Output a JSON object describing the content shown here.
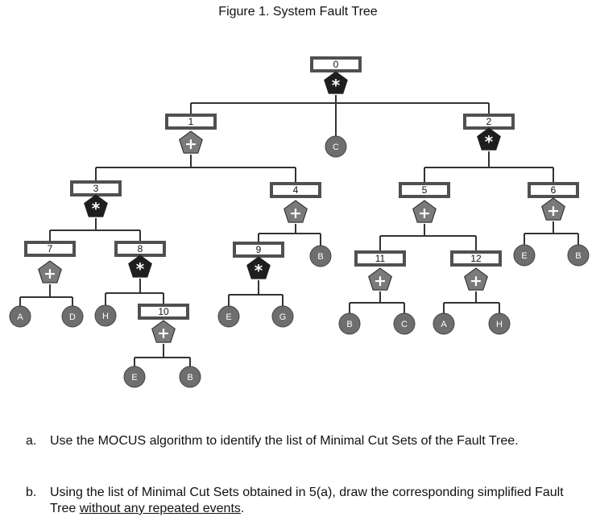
{
  "title": "Figure 1. System Fault Tree",
  "colors": {
    "gate_dark": "#1e1e1e",
    "gate_or": "#7a7a7a",
    "event": "#6e6e6e",
    "box_border": "#505050",
    "line": "#333333"
  },
  "gates": [
    {
      "id": "0",
      "type": "AND",
      "symbol": "*"
    },
    {
      "id": "1",
      "type": "OR",
      "symbol": "+"
    },
    {
      "id": "2",
      "type": "AND",
      "symbol": "*"
    },
    {
      "id": "3",
      "type": "AND",
      "symbol": "*"
    },
    {
      "id": "4",
      "type": "OR",
      "symbol": "+"
    },
    {
      "id": "5",
      "type": "OR",
      "symbol": "+"
    },
    {
      "id": "6",
      "type": "OR",
      "symbol": "+"
    },
    {
      "id": "7",
      "type": "OR",
      "symbol": "+"
    },
    {
      "id": "8",
      "type": "AND",
      "symbol": "*"
    },
    {
      "id": "9",
      "type": "AND",
      "symbol": "*"
    },
    {
      "id": "10",
      "type": "OR",
      "symbol": "+"
    },
    {
      "id": "11",
      "type": "OR",
      "symbol": "+"
    },
    {
      "id": "12",
      "type": "OR",
      "symbol": "+"
    }
  ],
  "events": [
    "C",
    "B",
    "E",
    "B",
    "A",
    "D",
    "H",
    "E",
    "G",
    "B",
    "C",
    "A",
    "H",
    "E",
    "B"
  ],
  "questions": [
    {
      "label": "a.",
      "text": "Use the MOCUS algorithm to identify the list of Minimal Cut Sets of the Fault Tree."
    },
    {
      "label": "b.",
      "text_before": "Using the list of Minimal Cut Sets obtained in 5(a), draw the corresponding simplified Fault Tree ",
      "text_underlined": "without any repeated events",
      "text_after": "."
    }
  ]
}
